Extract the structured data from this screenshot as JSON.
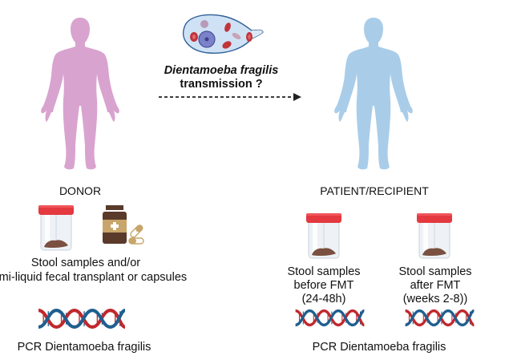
{
  "title_organism": "Dientamoeba fragilis",
  "title_suffix": "transmission ?",
  "donor": {
    "label": "DONOR",
    "caption_line1": "Stool samples and/or",
    "caption_line2": "Semi-liquid fecal transplant or capsules",
    "pcr_label": "PCR Dientamoeba fragilis",
    "figure_color": "#d9a3cf"
  },
  "recipient": {
    "label": "PATIENT/RECIPIENT",
    "before": {
      "line1": "Stool samples",
      "line2": "before FMT",
      "line3": "(24-48h)"
    },
    "after": {
      "line1": "Stool samples",
      "line2": "after  FMT",
      "line3": "(weeks 2-8))"
    },
    "pcr_label": "PCR Dientamoeba fragilis",
    "figure_color": "#a9cde9"
  },
  "icons": {
    "human_figure": "human-silhouette",
    "organism": "amoeba",
    "arrow": "dashed-arrow-right",
    "jar": "stool-sample-jar",
    "bottle": "medicine-bottle",
    "capsules": "capsules",
    "dna": "dna-double-helix"
  },
  "colors": {
    "jar_cap": "#e3393f",
    "stool": "#7a5040",
    "dna_red": "#c0282d",
    "dna_blue": "#1f5f8f",
    "bottle_brown": "#5a3a2a",
    "bottle_label": "#c8a56a"
  }
}
